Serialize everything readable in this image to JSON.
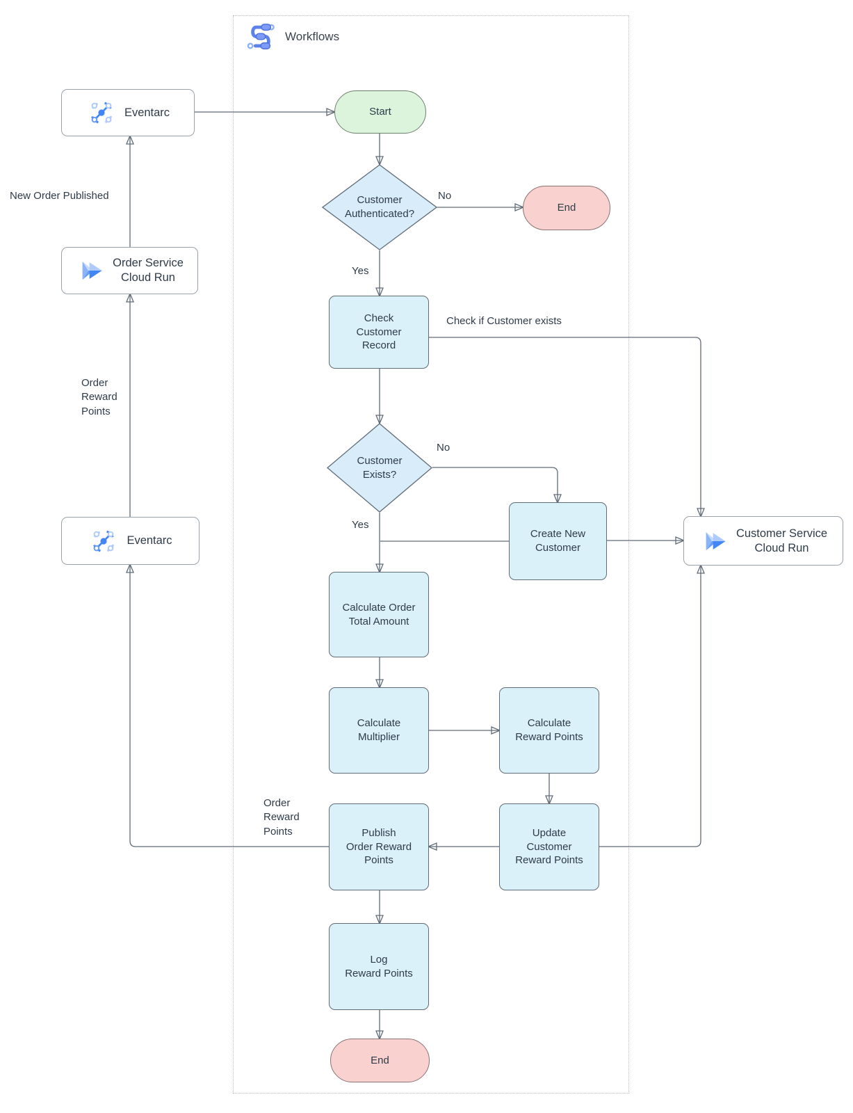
{
  "frame": {
    "title": "Workflows"
  },
  "nodes": {
    "eventarc_top": "Eventarc",
    "order_service": "Order Service\nCloud Run",
    "eventarc_bottom": "Eventarc",
    "customer_service": "Customer Service\nCloud Run",
    "start": "Start",
    "auth_decision": "Customer\nAuthenticated?",
    "end_top": "End",
    "check_record": "Check\nCustomer\nRecord",
    "exists_decision": "Customer\nExists?",
    "create_customer": "Create New\nCustomer",
    "calc_total": "Calculate Order\nTotal Amount",
    "calc_multiplier": "Calculate\nMultiplier",
    "calc_reward": "Calculate\nReward Points",
    "update_points": "Update\nCustomer\nReward Points",
    "publish_points": "Publish\nOrder Reward\nPoints",
    "log_points": "Log\nReward Points",
    "end_bottom": "End"
  },
  "edge_labels": {
    "auth_no": "No",
    "auth_yes": "Yes",
    "check_exists": "Check if Customer exists",
    "exists_no": "No",
    "exists_yes": "Yes",
    "new_order_published": "New Order Published",
    "order_reward_points_left": "Order\nReward\nPoints",
    "order_reward_points_publish": "Order\nReward\nPoints"
  },
  "colors": {
    "process_fill": "#dbf1f9",
    "decision_fill": "#d8ecfa",
    "start_fill": "#dcf3dc",
    "end_fill": "#f9d2d0",
    "connector": "#5f6b76",
    "arrowhead": "#2a3748",
    "icon_blue": "#4285f4",
    "icon_light_blue": "#aecbfa"
  }
}
